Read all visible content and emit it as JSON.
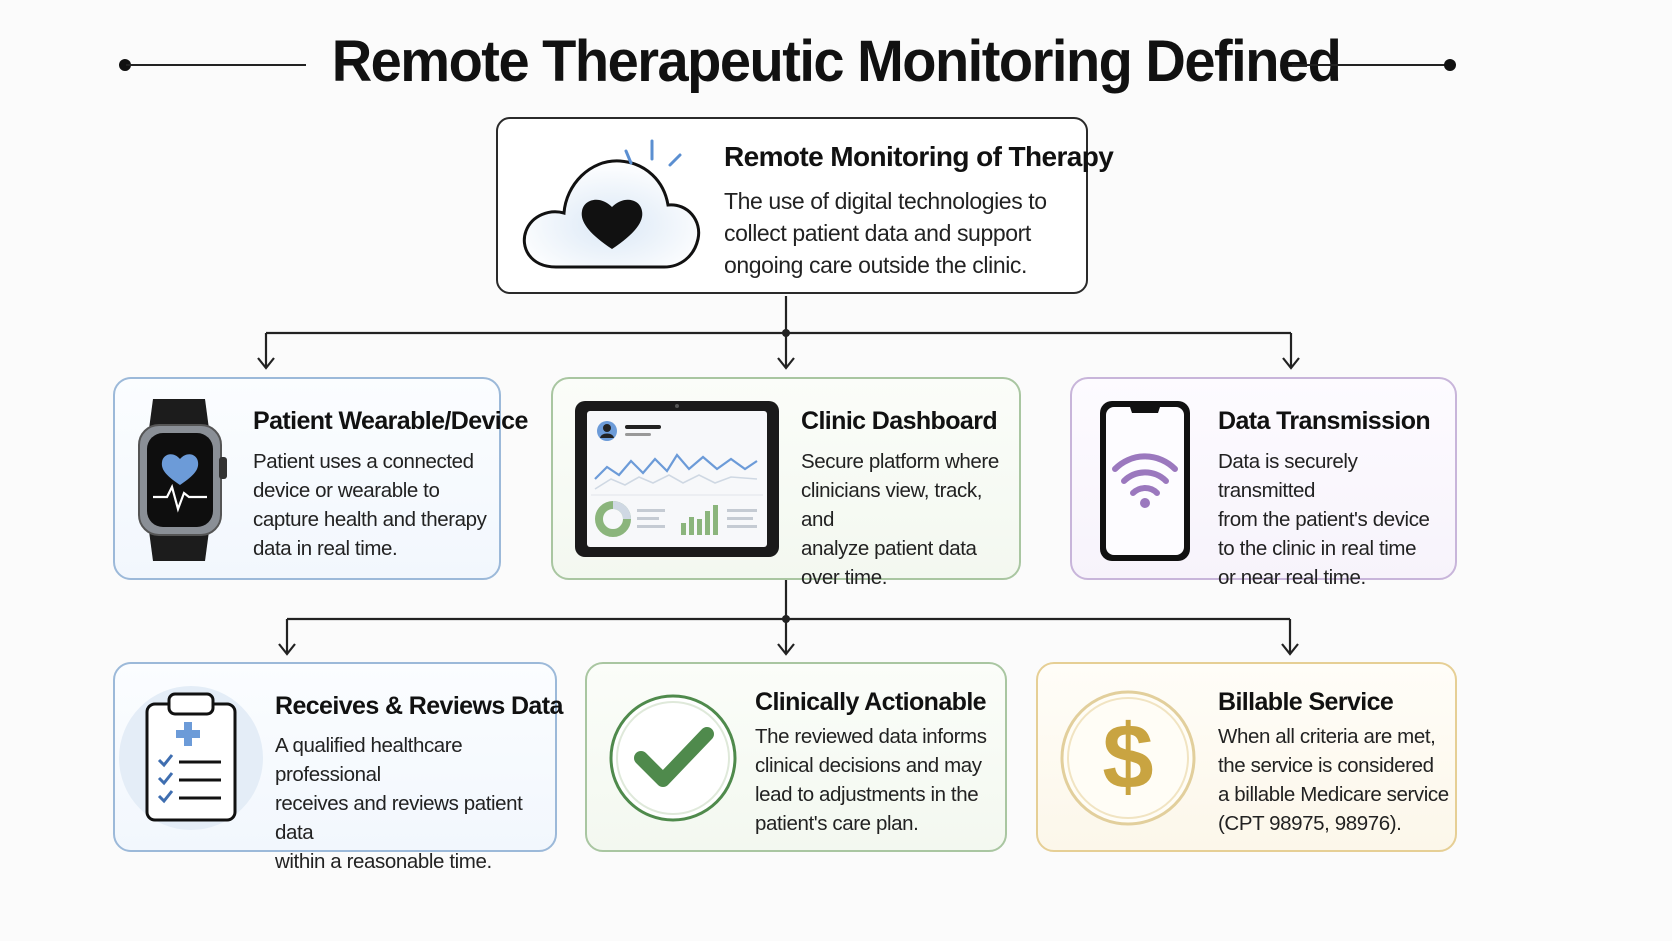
{
  "title": "Remote Therapeutic Monitoring Defined",
  "top": {
    "title": "Remote Monitoring of Therapy",
    "desc": [
      "The use of digital technologies to",
      "collect patient data and support",
      "ongoing care outside the clinic."
    ],
    "icon": "cloud-heart-icon"
  },
  "row1": [
    {
      "title": "Patient Wearable/Device",
      "desc": [
        "Patient uses a connected",
        "device or wearable to",
        "capture health and therapy",
        "data in real time."
      ],
      "icon": "smartwatch-icon",
      "accent": "#9cb9d9"
    },
    {
      "title": "Clinic Dashboard",
      "desc": [
        "Secure platform where",
        "clinicians view, track, and",
        "analyze patient data",
        "over time."
      ],
      "icon": "tablet-dashboard-icon",
      "accent": "#a9c6a1"
    },
    {
      "title": "Data Transmission",
      "desc": [
        "Data is securely transmitted",
        "from the patient's device",
        "to the clinic in real time",
        "or near real time."
      ],
      "icon": "smartphone-wifi-icon",
      "accent": "#c8b5da"
    }
  ],
  "row2": [
    {
      "title": "Receives & Reviews Data",
      "desc": [
        "A qualified healthcare professional",
        "receives and reviews patient data",
        "within a reasonable time."
      ],
      "icon": "clipboard-checklist-icon",
      "accent": "#9cb9d9"
    },
    {
      "title": "Clinically Actionable",
      "desc": [
        "The reviewed data informs",
        "clinical decisions and may",
        "lead to adjustments in the",
        "patient's care plan."
      ],
      "icon": "checkmark-circle-icon",
      "accent": "#a9c6a1"
    },
    {
      "title": "Billable Service",
      "desc": [
        "When all criteria are met,",
        "the service is considered",
        "a billable Medicare service",
        "(CPT 98975, 98976)."
      ],
      "icon": "dollar-circle-icon",
      "accent": "#e6cf95"
    }
  ],
  "colors": {
    "heart_blue": "#5b8fd1",
    "check_green": "#4f8a4c",
    "dollar_gold": "#c9a441",
    "wifi_purple": "#9b78be"
  }
}
